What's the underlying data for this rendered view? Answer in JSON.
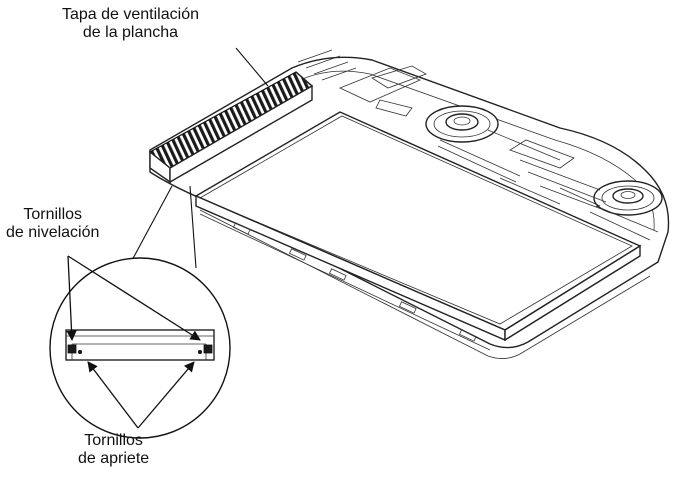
{
  "labels": {
    "vent_cover": {
      "line1": "Tapa de ventilación",
      "line2": "de la plancha"
    },
    "leveling_screws": {
      "line1": "Tornillos",
      "line2": "de nivelación"
    },
    "tightening_screws": {
      "line1": "Tornillos",
      "line2": "de apriete"
    }
  }
}
